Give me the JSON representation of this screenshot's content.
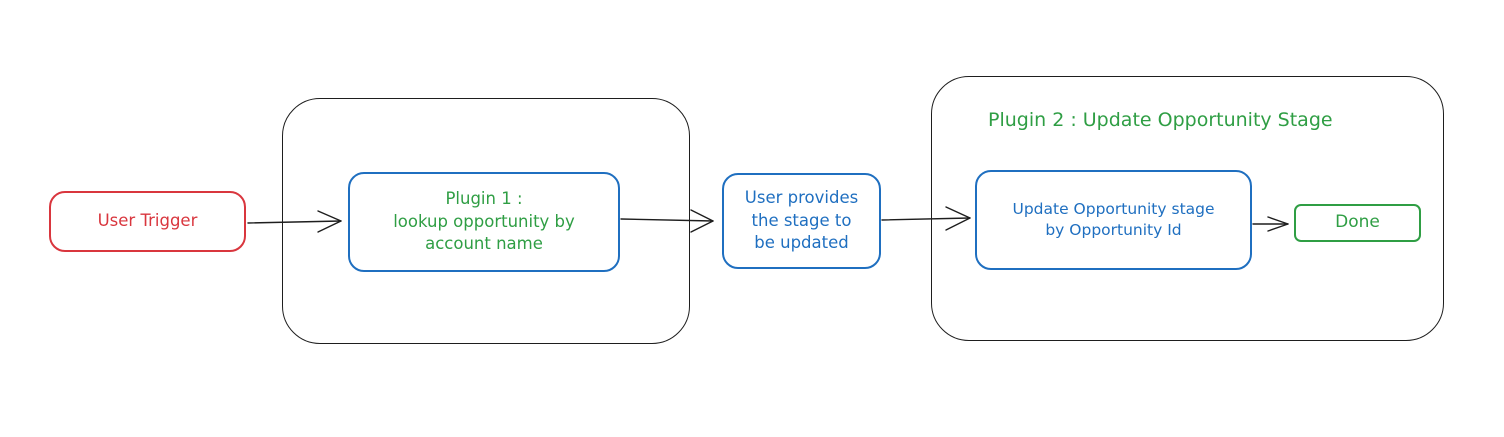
{
  "colors": {
    "trigger": "#d9363e",
    "step": "#1f6fc0",
    "plugin_text": "#2f9e44",
    "done": "#2f9e44",
    "group_border": "#1e1e1e",
    "arrow": "#1e1e1e"
  },
  "nodes": {
    "user_trigger": "User Trigger",
    "plugin1_box": "Plugin 1 :\nlookup opportunity by\naccount name",
    "user_provides": "User provides\nthe stage to\nbe updated",
    "update_stage": "Update Opportunity stage\nby Opportunity Id",
    "done": "Done"
  },
  "groups": {
    "plugin2_title": "Plugin 2 : Update Opportunity Stage"
  }
}
